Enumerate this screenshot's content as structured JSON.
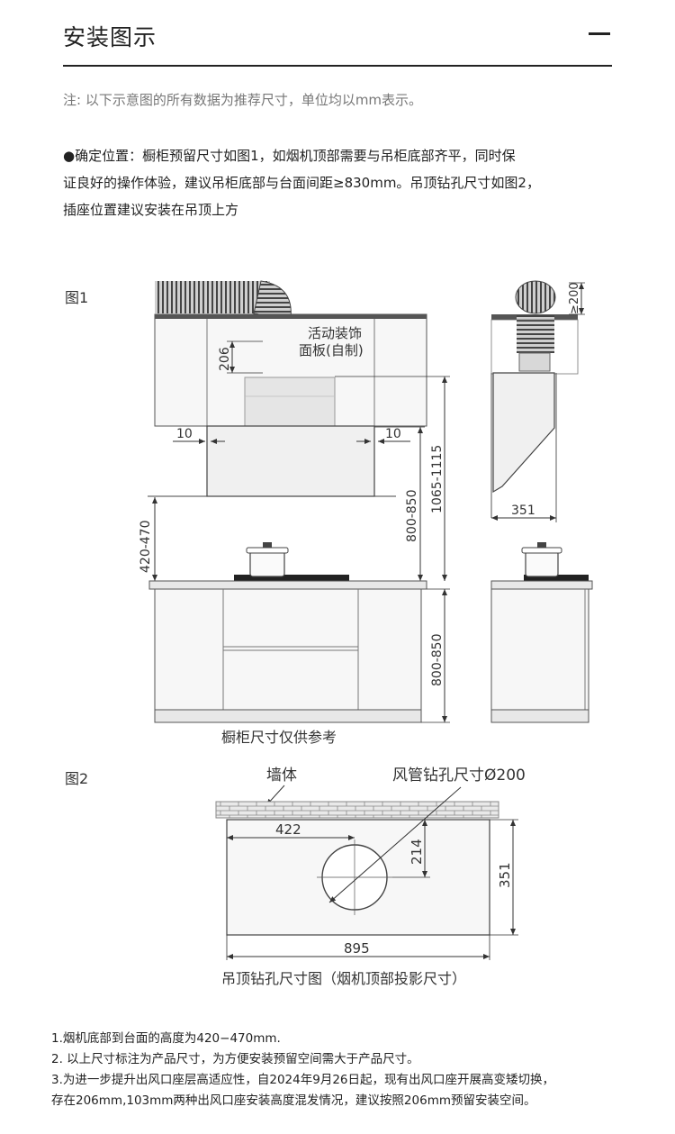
{
  "header": {
    "title": "安装图示"
  },
  "note": "注: 以下示意图的所有数据为推荐尺寸，单位均以mm表示。",
  "intro": {
    "line1": "●确定位置：橱柜预留尺寸如图1，如烟机顶部需要与吊柜底部齐平，同时保",
    "line2": "证良好的操作体验，建议吊柜底部与台面间距≥830mm。吊顶钻孔尺寸如图2，",
    "line3": "插座位置建议安装在吊顶上方"
  },
  "figure1": {
    "label": "图1",
    "panel_label_line1": "活动装饰",
    "panel_label_line2": "面板(自制)",
    "dim_206": "206",
    "dim_10_left": "10",
    "dim_10_right": "10",
    "dim_420_470": "420-470",
    "dim_800_850_upper": "800-850",
    "dim_1065_1115": "1065-1115",
    "dim_800_850_lower": "800-850",
    "dim_200": "≥200",
    "dim_351": "351",
    "caption": "橱柜尺寸仅供参考"
  },
  "figure2": {
    "label": "图2",
    "wall_label": "墙体",
    "hole_label": "风管钻孔尺寸Ø200",
    "dim_422": "422",
    "dim_214": "214",
    "dim_351": "351",
    "dim_895": "895",
    "caption": "吊顶钻孔尺寸图（烟机顶部投影尺寸）"
  },
  "footnotes": {
    "n1": "1.烟机底部到台面的高度为420−470mm.",
    "n2": "2. 以上尺寸标注为产品尺寸，为方便安装预留空间需大于产品尺寸。",
    "n3": "3.为进一步提升出风口座层高适应性，自2024年9月26日起，现有出风口座开展高变矮切换，",
    "n4": "存在206mm,103mm两种出风口座安装高度混发情况，建议按照206mm预留安装空间。"
  }
}
